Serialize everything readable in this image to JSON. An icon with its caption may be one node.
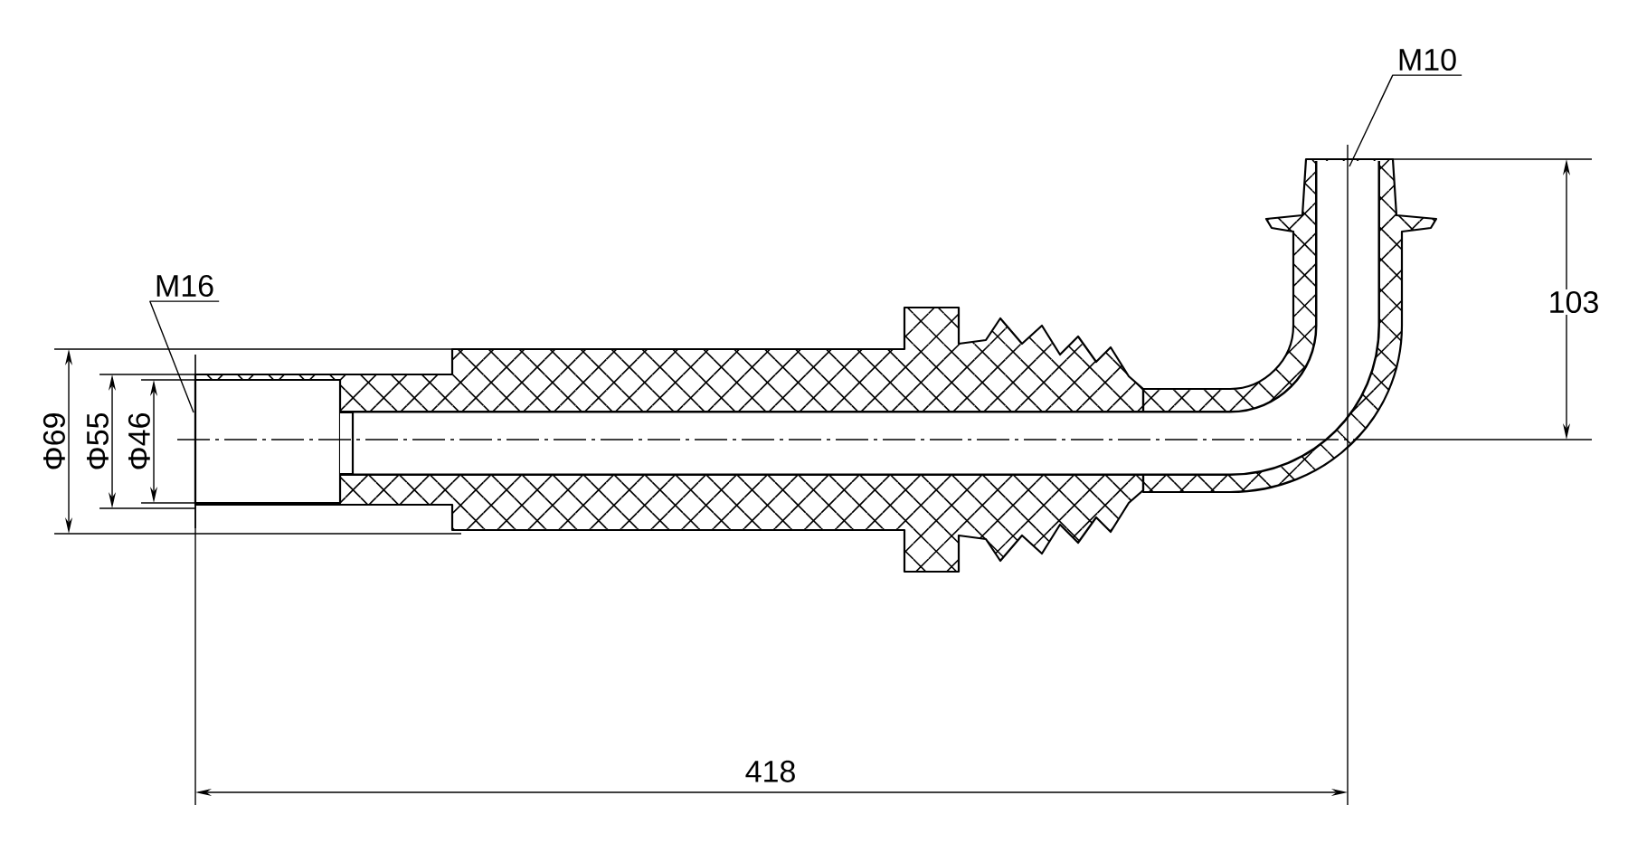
{
  "diagram": {
    "nodes": [
      {
        "text": [
          "M16"
        ]
      },
      {
        "text": [
          "M10"
        ]
      }
    ],
    "edges": [
      {
        "from": 0,
        "to": null,
        "arrow": "none"
      },
      {
        "from": 1,
        "to": null,
        "arrow": "none"
      }
    ],
    "labels": [
      "103",
      "Φ69",
      "Φ55",
      "Φ46",
      "418"
    ]
  }
}
